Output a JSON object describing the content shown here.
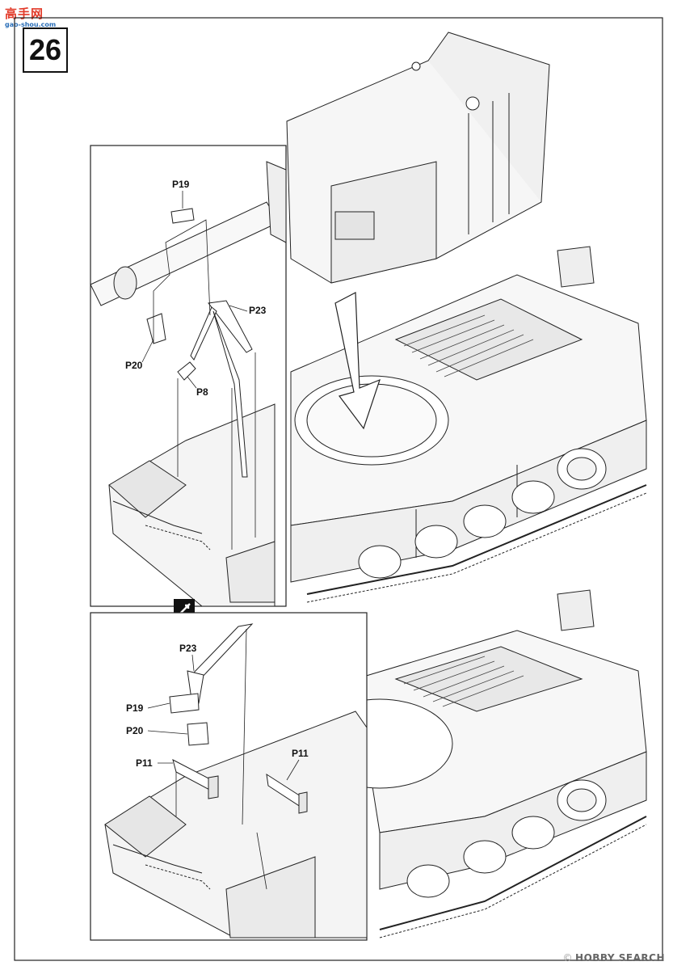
{
  "watermark": {
    "site": "高手网",
    "url": "gao-shou.com"
  },
  "step_number": "26",
  "labels": {
    "p19_top": "P19",
    "p23_top": "P23",
    "p20_top": "P20",
    "p8": "P8",
    "p23_bottom": "P23",
    "p19_bottom": "P19",
    "p20_bottom": "P20",
    "p11_left": "P11",
    "p11_right": "P11"
  },
  "footer": {
    "copyright": "©",
    "brand": "HOBBY SEARCH"
  }
}
